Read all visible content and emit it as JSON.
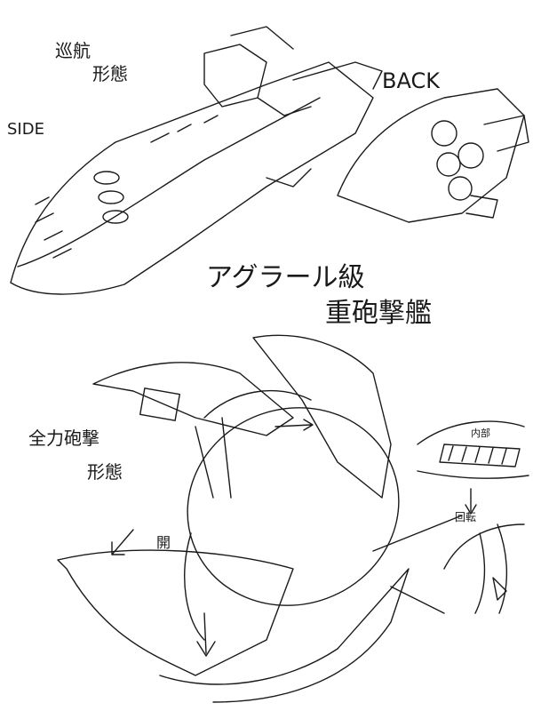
{
  "labels": {
    "cruise_mode_line1": "巡航",
    "cruise_mode_line2": "形態",
    "side": "SIDE",
    "back": "BACK",
    "title_line1": "アグラール級",
    "title_line2": "重砲撃艦",
    "full_fire_line1": "全力砲撃",
    "full_fire_line2": "形態",
    "open": "開",
    "interior": "内部",
    "rotate": "回転"
  },
  "colors": {
    "ink": "#1a1a1a",
    "paper": "#ffffff"
  }
}
